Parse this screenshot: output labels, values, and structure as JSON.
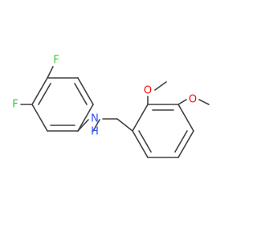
{
  "molecule": {
    "colors": {
      "bond": "#404040",
      "F": "#33cc33",
      "N": "#3050f8",
      "O": "#ff0d0d",
      "background": "#ffffff"
    },
    "atom_labels": {
      "F_top": "F",
      "F_left": "F",
      "N": "N",
      "H": "H",
      "O_upper": "O",
      "O_right": "O"
    }
  }
}
